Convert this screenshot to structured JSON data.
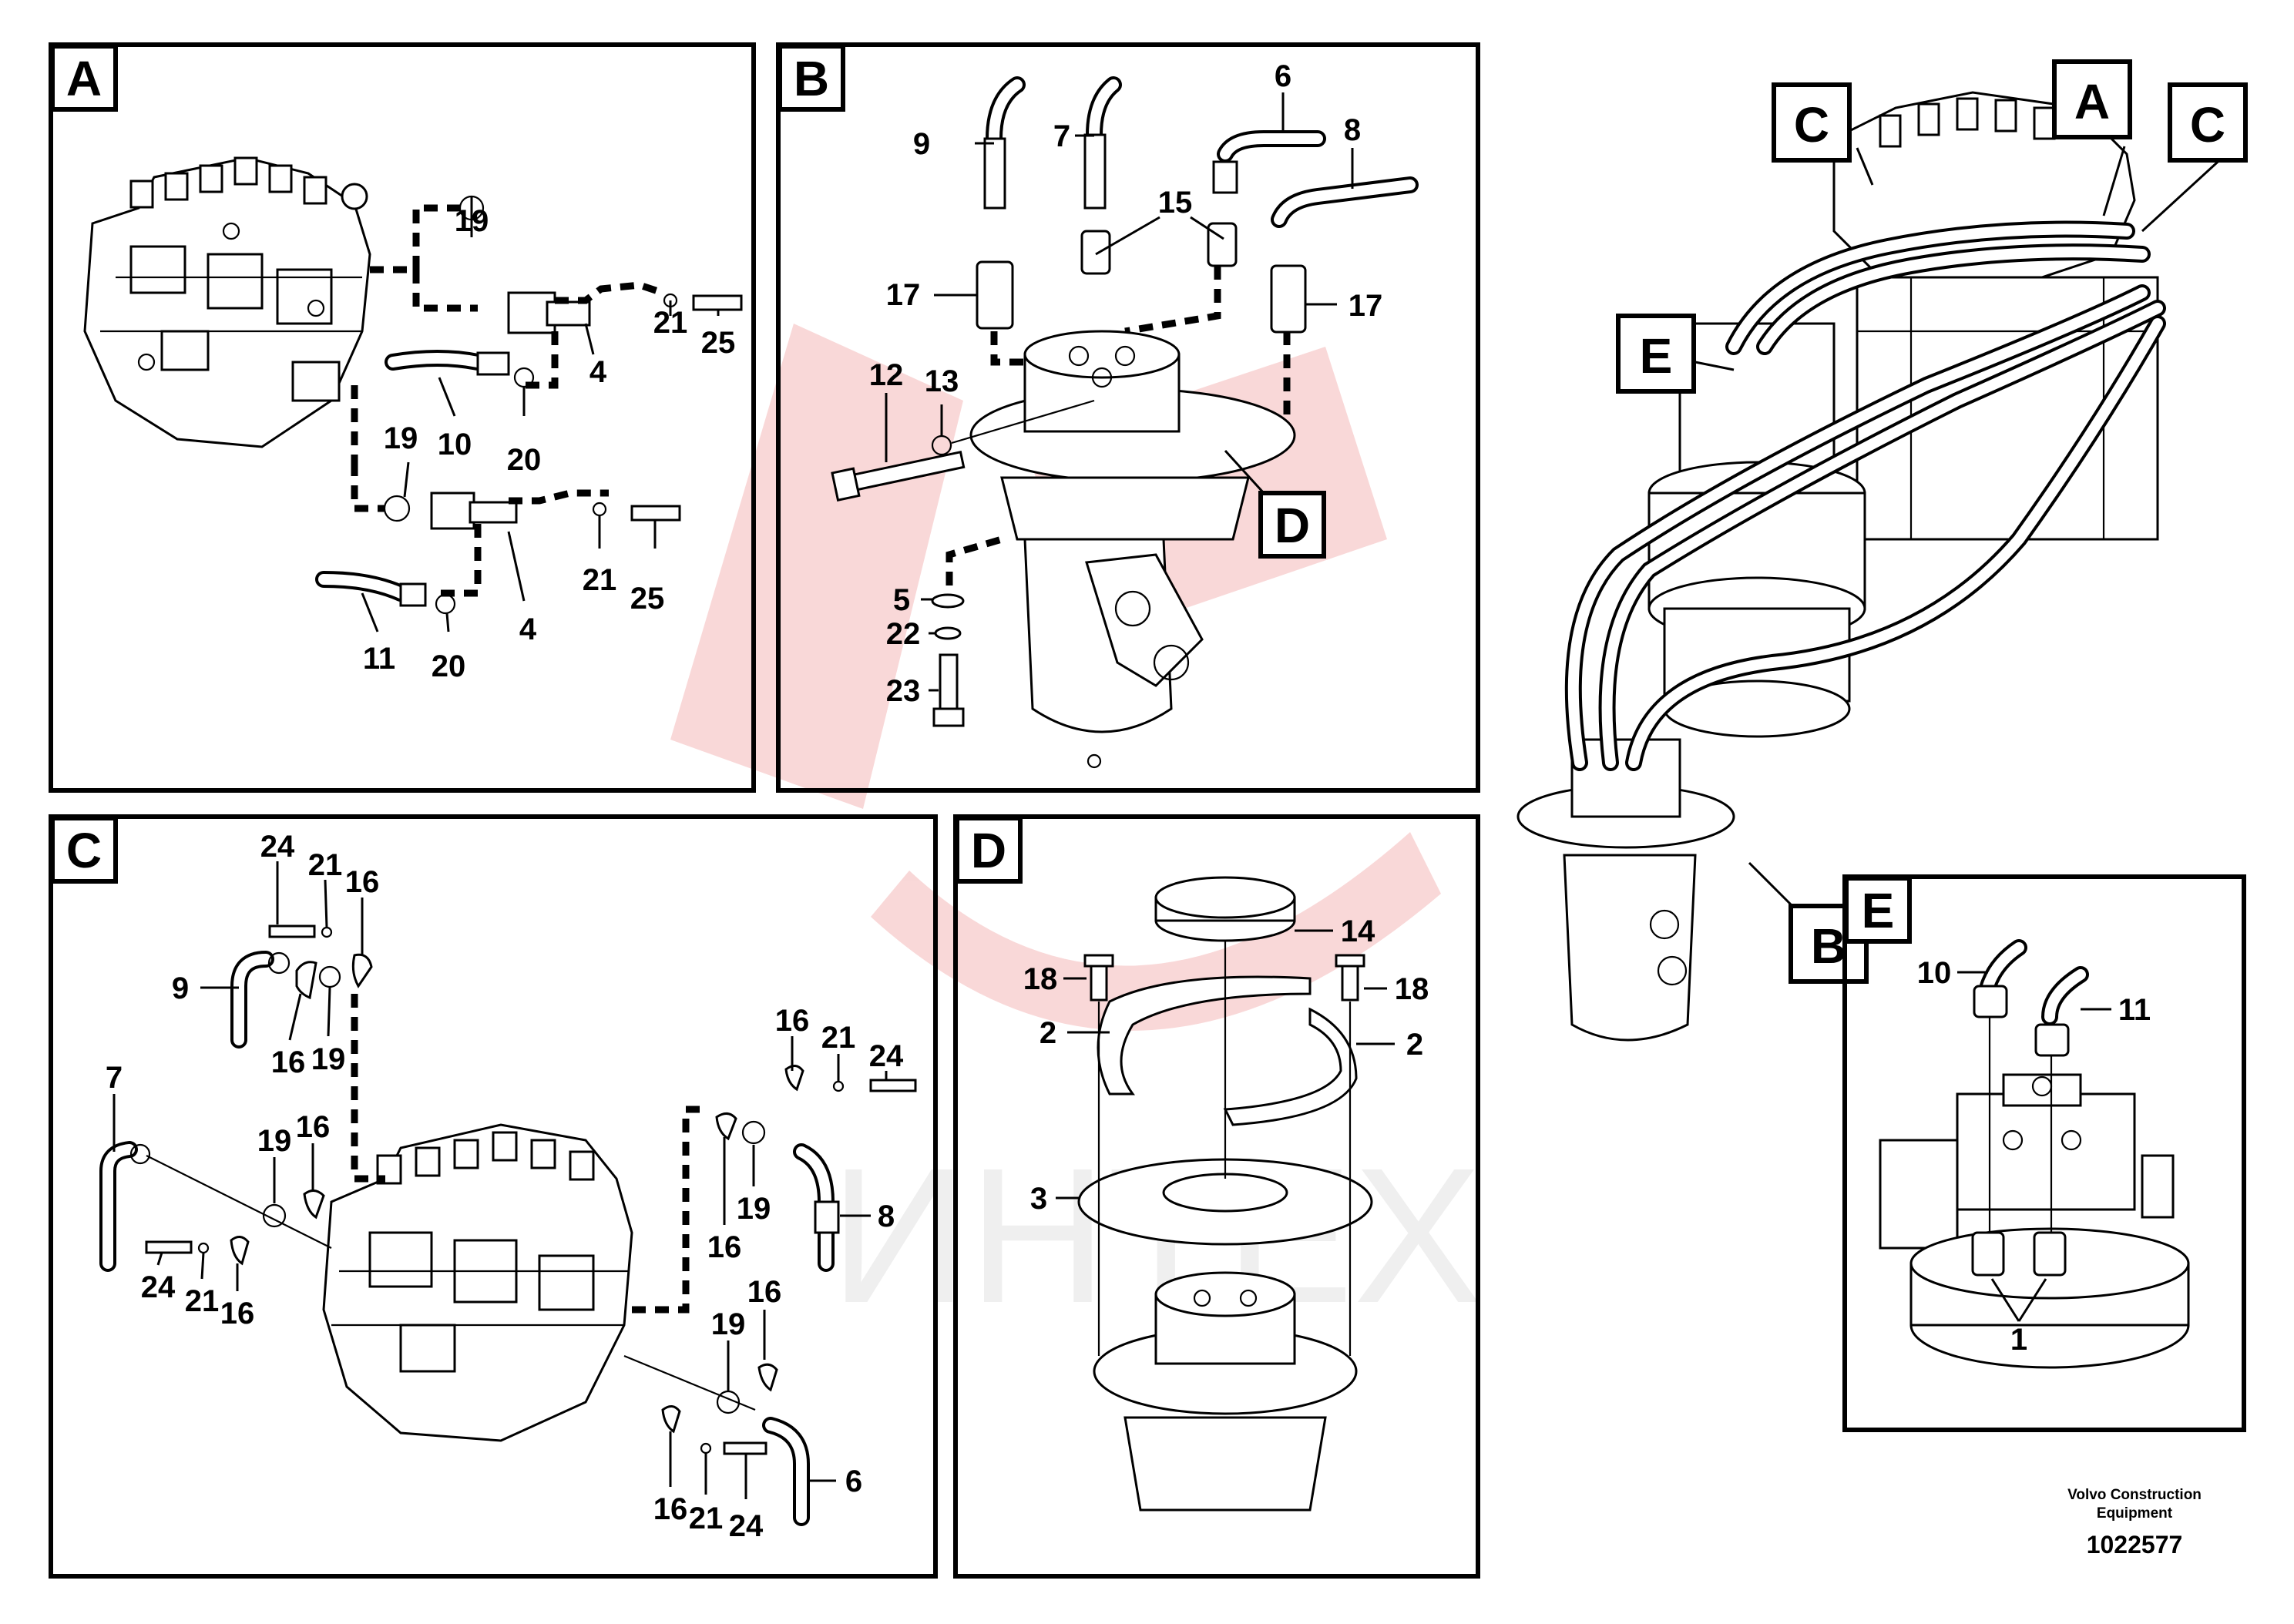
{
  "panels": {
    "A": {
      "tag": "A",
      "callouts": {
        "c19": "19",
        "c21": "21",
        "c25": "25",
        "c4": "4",
        "c19b": "19",
        "c10": "10",
        "c20": "20",
        "c21b": "21",
        "c25b": "25",
        "c4b": "4",
        "c11": "11",
        "c20b": "20"
      }
    },
    "B": {
      "tag": "B",
      "callouts": {
        "c6": "6",
        "c9": "9",
        "c7": "7",
        "c8": "8",
        "c15": "15",
        "c17": "17",
        "c17b": "17",
        "c12": "12",
        "c13": "13",
        "c5": "5",
        "c22": "22",
        "c23": "23"
      },
      "ref": "D"
    },
    "C": {
      "tag": "C",
      "callouts": {
        "c24": "24",
        "c21": "21",
        "c16": "16",
        "c9": "9",
        "c16b": "16",
        "c19": "19",
        "c7": "7",
        "c19b": "19",
        "c16c": "16",
        "c24b": "24",
        "c21b": "21",
        "c16d": "16",
        "c16e": "16",
        "c21c": "21",
        "c24c": "24",
        "c19c": "19",
        "c8": "8",
        "c16f": "16",
        "c16g": "16",
        "c19d": "19",
        "c16h": "16",
        "c21d": "21",
        "c24d": "24",
        "c6": "6",
        "c16i": "16"
      }
    },
    "D": {
      "tag": "D",
      "callouts": {
        "c14": "14",
        "c18": "18",
        "c18b": "18",
        "c2": "2",
        "c2b": "2",
        "c3": "3"
      }
    },
    "E": {
      "tag": "E",
      "callouts": {
        "c10": "10",
        "c11": "11",
        "c1": "1"
      }
    },
    "overview": {
      "tagA": "A",
      "tagC1": "C",
      "tagC2": "C",
      "tagE": "E",
      "tagB": "B"
    }
  },
  "watermark": {
    "text": "ИНТЕХ",
    "color": "#f0a0a0"
  },
  "footer": {
    "brand_line1": "Volvo Construction",
    "brand_line2": "Equipment",
    "doc_number": "1022577"
  },
  "colors": {
    "ink": "#000000",
    "watermark": "#f4b8b8"
  }
}
